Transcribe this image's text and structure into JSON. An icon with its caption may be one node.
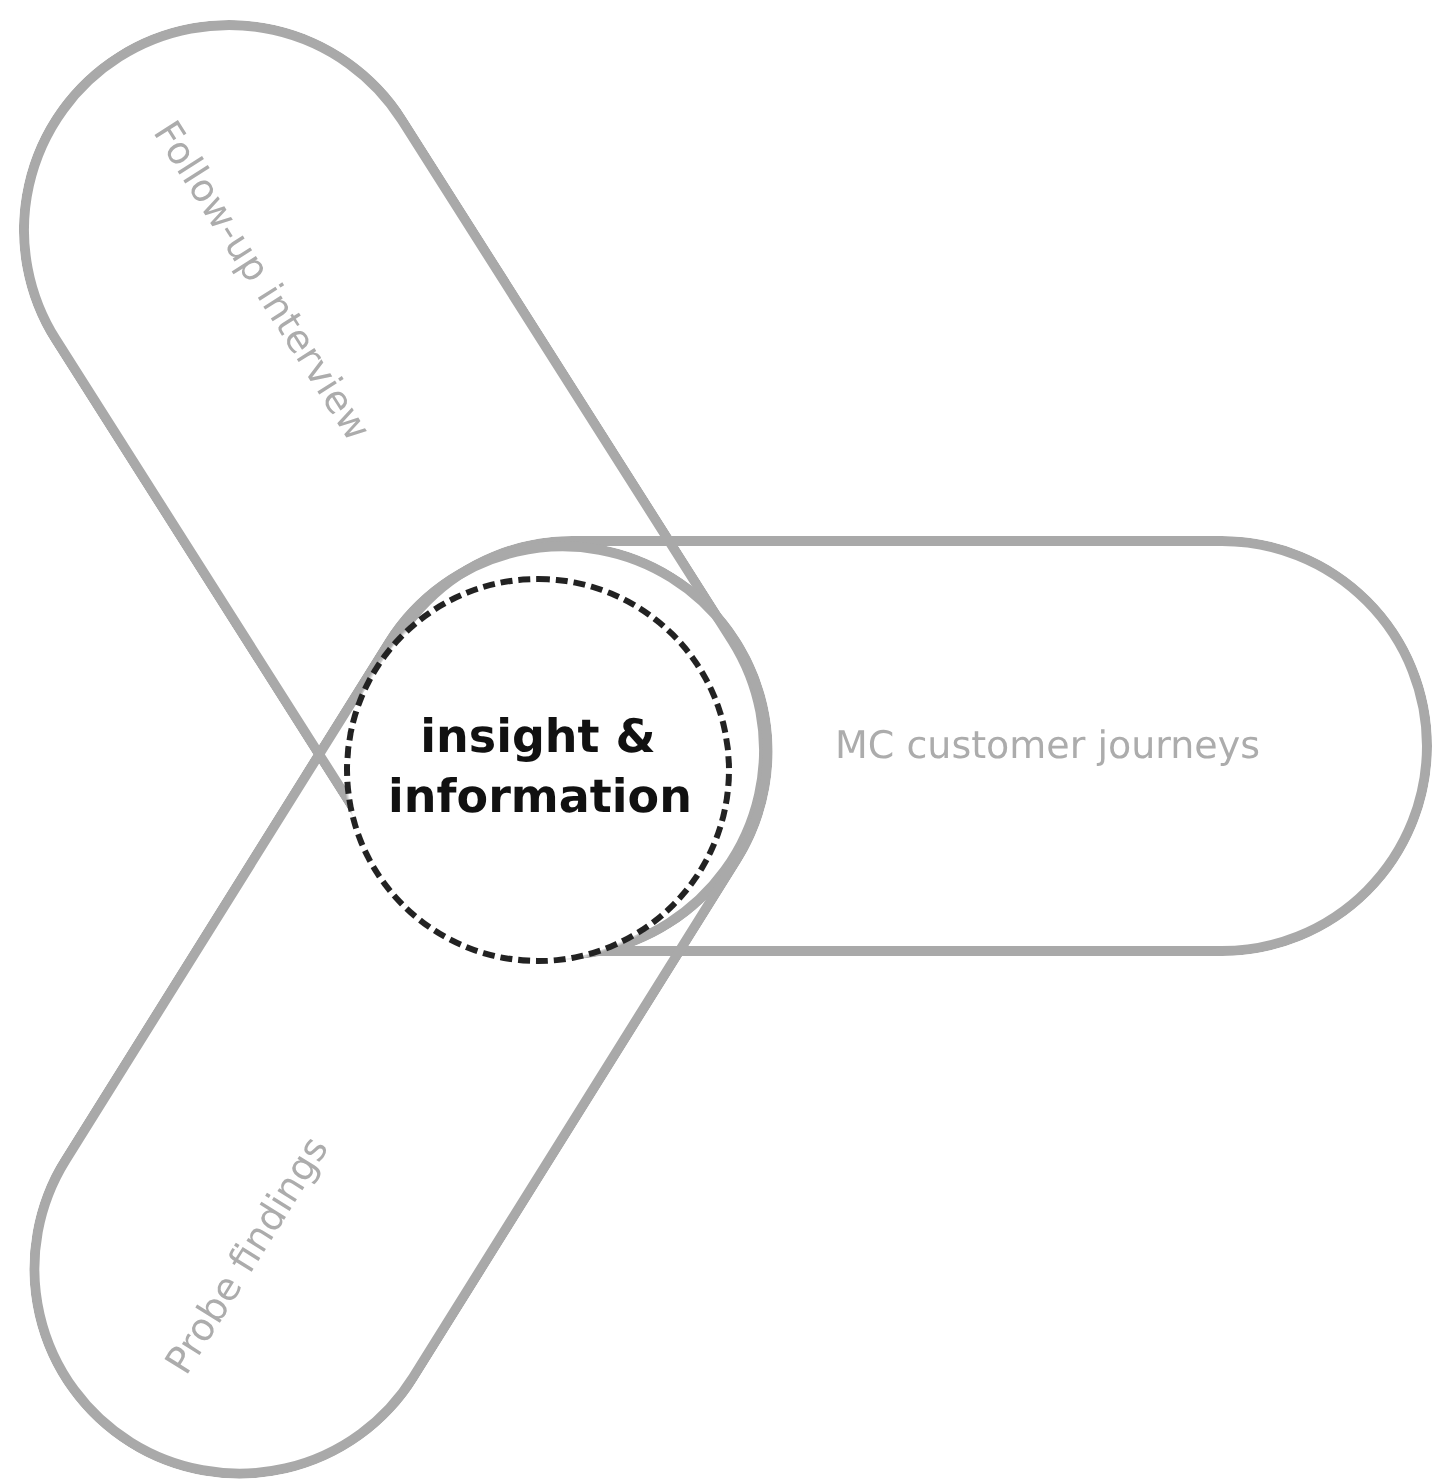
{
  "diagram": {
    "nodes": [
      {
        "text": [
          "Follow-up interview"
        ]
      },
      {
        "text": [
          "insight & information"
        ]
      },
      {
        "text": [
          "MC customer journeys"
        ]
      },
      {
        "text": [
          "Probe findings"
        ]
      }
    ]
  }
}
